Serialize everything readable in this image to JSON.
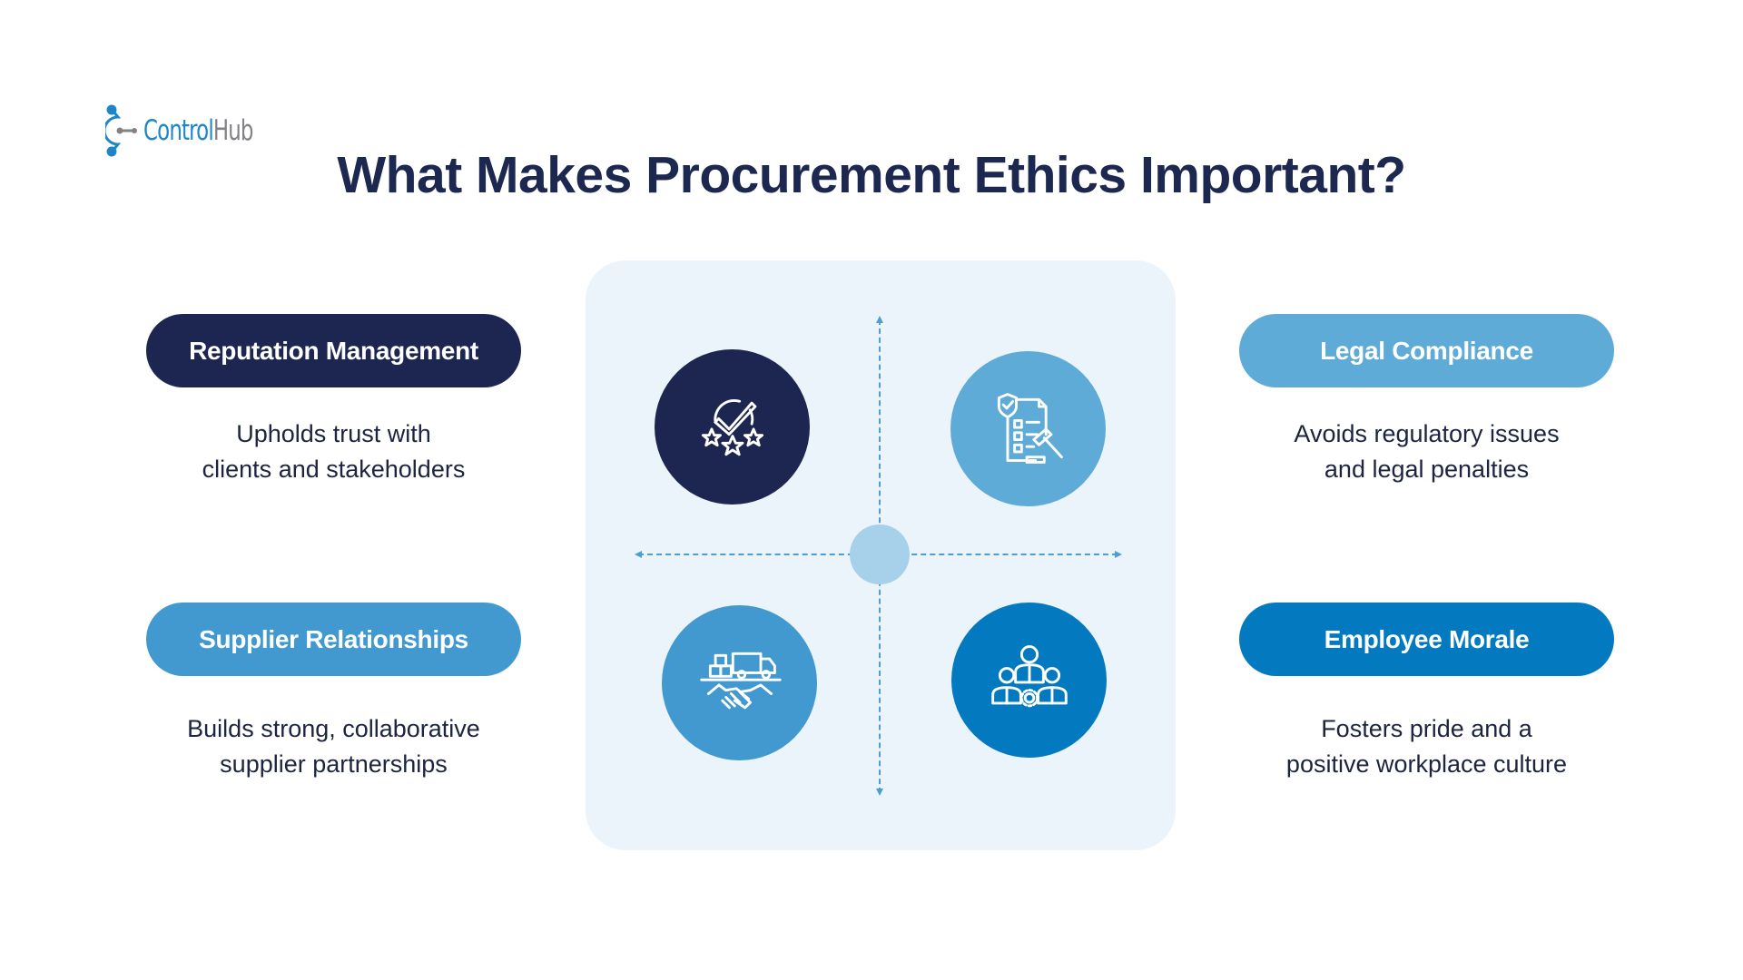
{
  "brand": {
    "name_primary": "Control",
    "name_secondary": "Hub",
    "colors": {
      "primary": "#1e86c8",
      "secondary": "#808285"
    }
  },
  "title": "What Makes Procurement Ethics Important?",
  "colors": {
    "navy": "#1d2650",
    "light_blue": "#5fabd8",
    "mid_blue": "#4199cf",
    "deep_blue": "#037abf",
    "panel_bg": "#ebf4fa",
    "hub": "#a7d0ea",
    "axis": "#4a9fd4"
  },
  "items": [
    {
      "label": "Reputation Management",
      "description_line1": "Upholds trust with",
      "description_line2": "clients and stakeholders",
      "icon": "check-stars-icon",
      "color": "#1d2650"
    },
    {
      "label": "Legal Compliance",
      "description_line1": "Avoids regulatory issues",
      "description_line2": "and legal penalties",
      "icon": "legal-checklist-gavel-icon",
      "color": "#5fabd8"
    },
    {
      "label": "Supplier Relationships",
      "description_line1": "Builds strong, collaborative",
      "description_line2": "supplier partnerships",
      "icon": "handshake-delivery-icon",
      "color": "#4199cf"
    },
    {
      "label": "Employee Morale",
      "description_line1": "Fosters pride and a",
      "description_line2": "positive workplace culture",
      "icon": "team-people-icon",
      "color": "#037abf"
    }
  ]
}
